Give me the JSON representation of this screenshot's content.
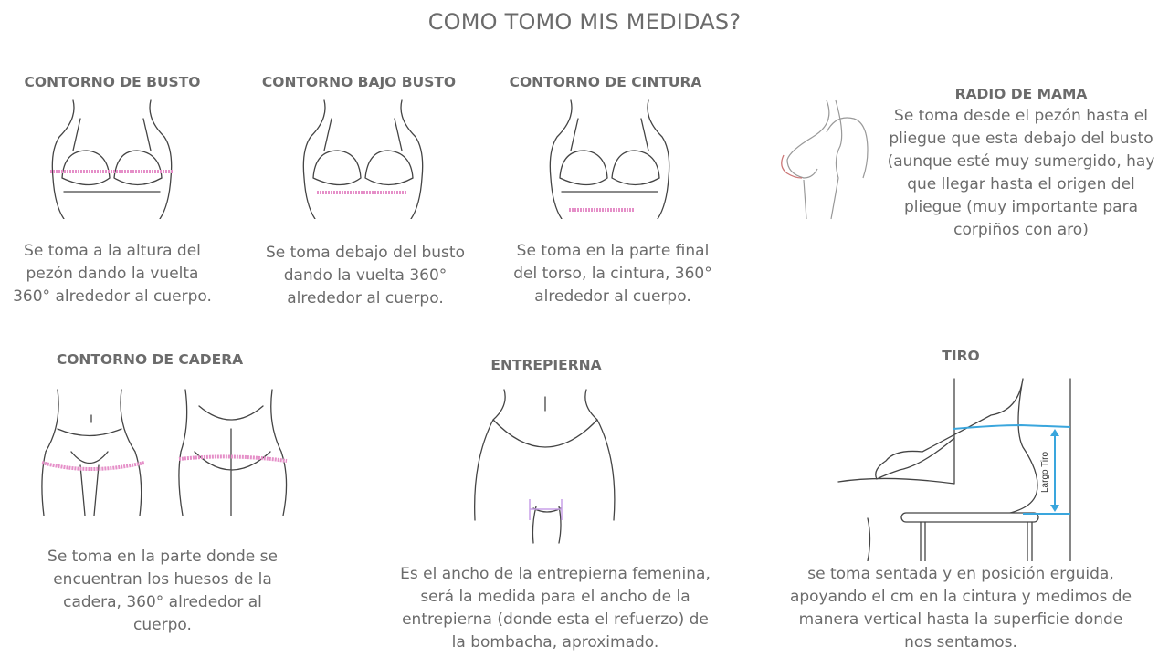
{
  "title": "COMO TOMO MIS MEDIDAS?",
  "sections": {
    "busto": {
      "heading": "CONTORNO DE BUSTO",
      "lines": [
        "Se toma a la altura del",
        "pezón dando la vuelta",
        "360° alrededor al cuerpo."
      ]
    },
    "bajo_busto": {
      "heading": "CONTORNO BAJO BUSTO",
      "lines": [
        "Se toma debajo del busto",
        "dando la vuelta 360°",
        "alrededor al cuerpo."
      ]
    },
    "cintura": {
      "heading": "CONTORNO DE CINTURA",
      "lines": [
        "Se toma en la parte final",
        "del torso, la cintura, 360°",
        "alrededor al cuerpo."
      ]
    },
    "radio": {
      "heading": "RADIO DE MAMA",
      "lines": [
        "Se toma desde el pezón hasta el",
        "pliegue que esta debajo del busto",
        "(aunque esté muy sumergido, hay",
        "que llegar hasta el origen del",
        "pliegue (muy importante para",
        "corpiños con aro)"
      ]
    },
    "cadera": {
      "heading": "CONTORNO DE CADERA",
      "lines": [
        "Se toma en la parte donde se",
        "encuentran los huesos de la",
        "cadera, 360° alrededor al",
        "cuerpo."
      ]
    },
    "entrepierna": {
      "heading": "ENTREPIERNA",
      "lines": [
        "Es el ancho de la entrepierna femenina,",
        "será la medida para el ancho de la",
        "entrepierna (donde esta el refuerzo) de",
        "la bombacha, aproximado."
      ]
    },
    "tiro": {
      "heading": "TIRO",
      "diagram_label": "Largo Tiro",
      "lines": [
        "se toma sentada y en posición erguida,",
        "apoyando el cm en la cintura y medimos de",
        "manera vertical hasta la superficie donde",
        "nos sentamos."
      ]
    }
  },
  "colors": {
    "tape_pink": "#e58fc8",
    "tape_blue": "#3aa6dd",
    "radio_red": "#c77",
    "entrepierna_purple": "#c9a0e8"
  }
}
